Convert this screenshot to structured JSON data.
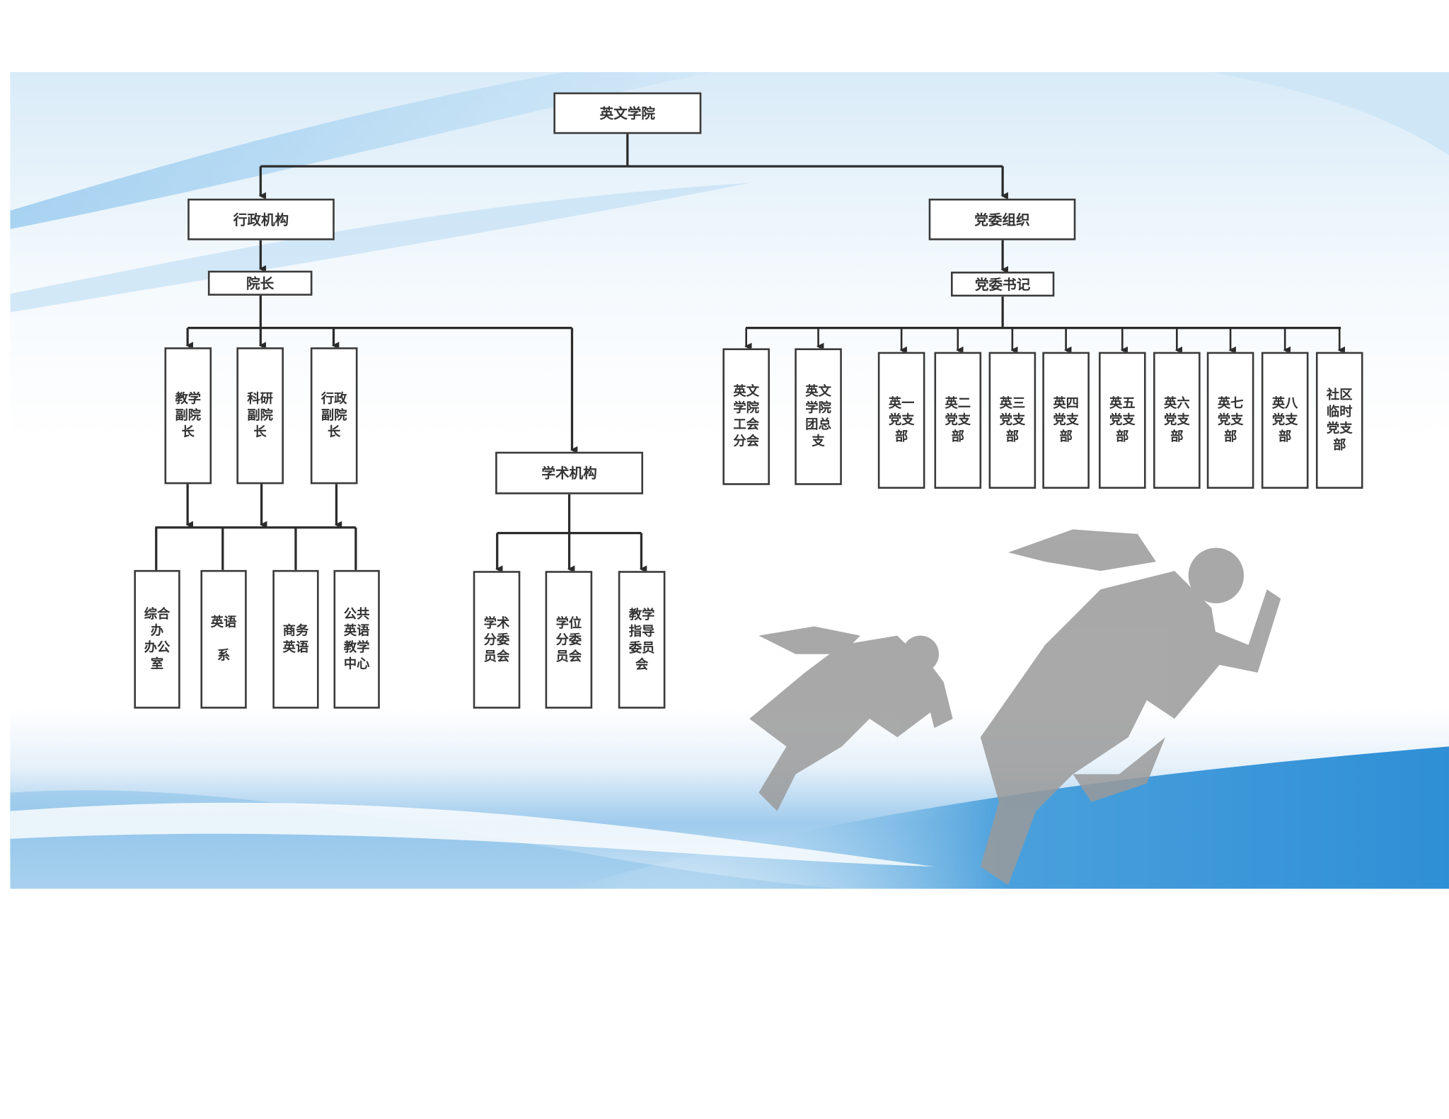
{
  "root": {
    "label": "英文学院"
  },
  "admin": {
    "label": "行政机构",
    "dean": "院长",
    "vice_deans": [
      "教学\n副院\n长",
      "科研\n副院\n长",
      "行政\n副院\n长"
    ],
    "departments": [
      "综合\n办\n办公\n室",
      "英语\n\n系",
      "商务\n英语",
      "公共\n英语\n教学\n中心"
    ],
    "academic": {
      "label": "学术机构",
      "committees": [
        "学术\n分委\n员会",
        "学位\n分委\n员会",
        "教学\n指导\n委员\n会"
      ]
    }
  },
  "party": {
    "label": "党委组织",
    "secretary": "党委书记",
    "units": [
      "英文\n学院\n工会\n分会",
      "英文\n学院\n团总\n支",
      "英一\n党支\n部",
      "英二\n党支\n部",
      "英三\n党支\n部",
      "英四\n党支\n部",
      "英五\n党支\n部",
      "英六\n党支\n部",
      "英七\n党支\n部",
      "英八\n党支\n部",
      "社区\n临时\n党支\n部"
    ]
  },
  "colors": {
    "line": "#2b2b2b",
    "box_border": "#3a3a3a",
    "band": "#5aa8e0",
    "runner": "#9a9a9a"
  }
}
